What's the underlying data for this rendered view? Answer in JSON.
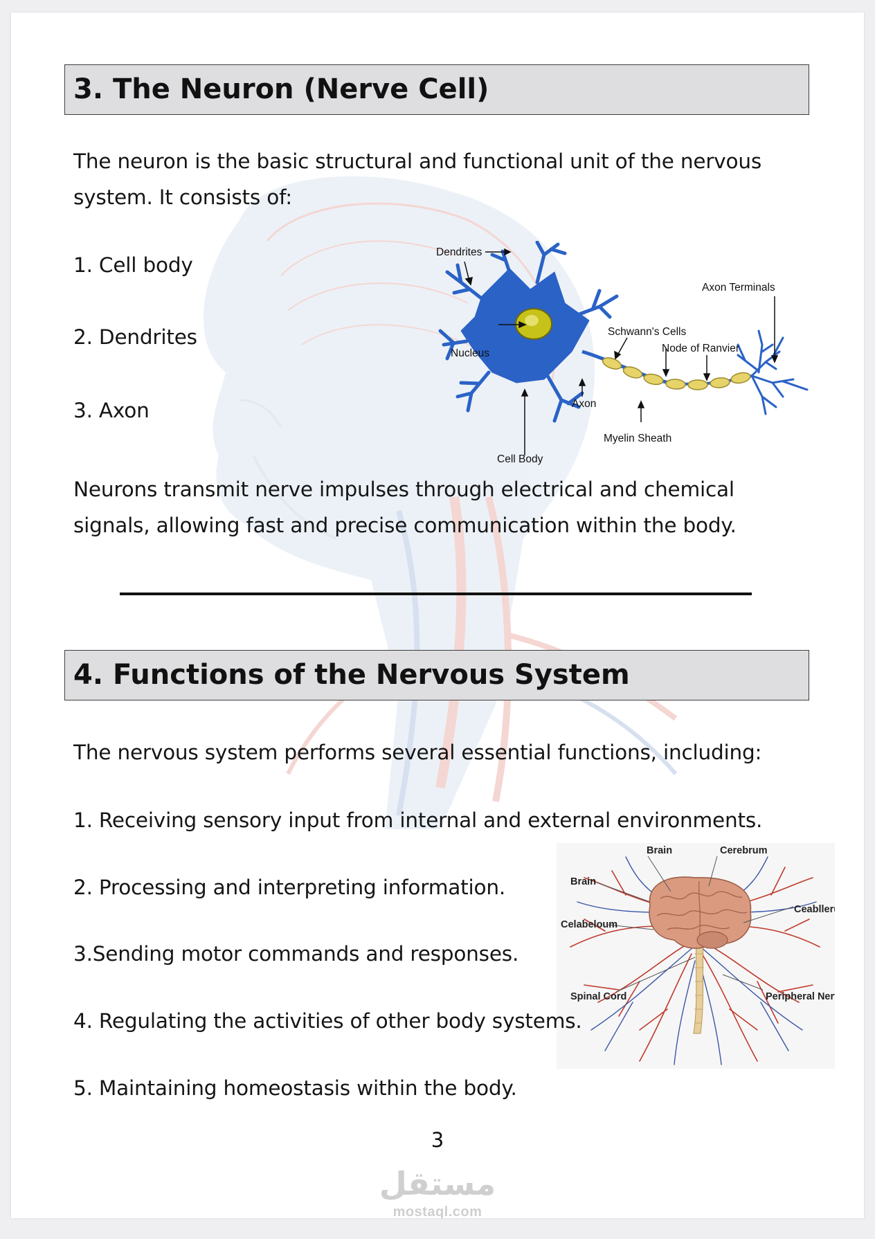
{
  "section3": {
    "heading": "3. The Neuron (Nerve Cell)",
    "intro": "The neuron is the basic structural and functional unit of the nervous system. It consists of:",
    "items": [
      "1. Cell body",
      "2. Dendrites",
      "3. Axon"
    ],
    "closing": "Neurons transmit nerve impulses through electrical and chemical signals, allowing fast and precise communication within the body."
  },
  "neuron_diagram": {
    "labels": {
      "dendrites": "Dendrites",
      "nucleus": "Nucleus",
      "axon": "Axon",
      "cell_body": "Cell Body",
      "schwann": "Schwann's Cells",
      "myelin": "Myelin Sheath",
      "node": "Node of Ranvier",
      "terminals": "Axon Terminals"
    }
  },
  "section4": {
    "heading": "4. Functions of the Nervous System",
    "intro": "The nervous system performs several essential functions, including:",
    "items": [
      "1. Receiving sensory input from internal and external environments.",
      "2. Processing and interpreting information.",
      "3.Sending motor commands and responses.",
      "4. Regulating the activities of other body systems.",
      "5. Maintaining homeostasis within the body."
    ]
  },
  "nervous_diagram": {
    "labels": {
      "brain_top": "Brain",
      "cerebrum": "Cerebrum",
      "brain_left": "Brain",
      "ceabllerum": "Ceabllerum",
      "celabeloum": "Celabeloum",
      "spinal_cord": "Spinal Cord",
      "peripheral": "Peripheral Nerves"
    }
  },
  "footer": {
    "page_number": "3",
    "watermark_arabic": "مستقل",
    "watermark_latin": "mostaql.com"
  },
  "colors": {
    "heading_bg": "#dedee0",
    "neuron_blue": "#2a62c6",
    "nucleus_yellow": "#c7c21a",
    "myelin": "#e6d36a",
    "brain": "#d99a7f",
    "nerve_red": "#c0392b",
    "nerve_blue": "#3a56a8"
  }
}
